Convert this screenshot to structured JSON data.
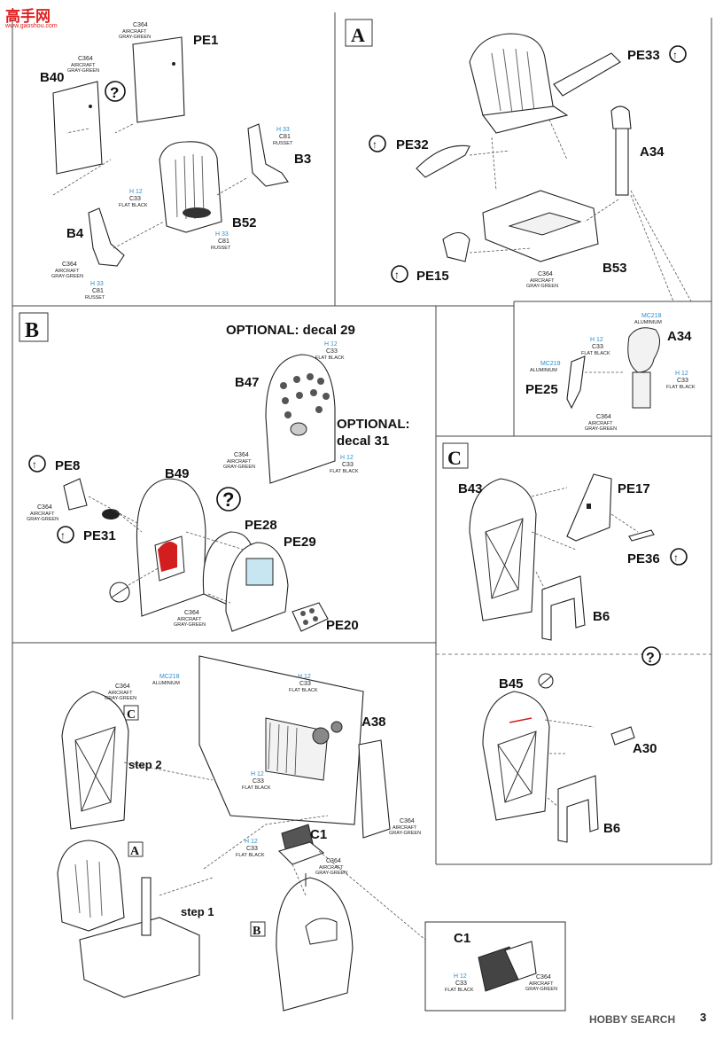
{
  "watermark_top": "高手网",
  "watermark_sub": "www.gaoshou.com",
  "watermark_bottom": "HOBBY SEARCH",
  "page_number": "3",
  "sections": {
    "A": "A",
    "B": "B",
    "C": "C"
  },
  "question_mark": "?",
  "step1": "step 1",
  "step2": "step 2",
  "optional_29": "OPTIONAL: decal 29",
  "optional_31_line1": "OPTIONAL:",
  "optional_31_line2": "decal 31",
  "parts": {
    "PE1": "PE1",
    "B40": "B40",
    "B3": "B3",
    "B52": "B52",
    "B4": "B4",
    "PE33": "PE33",
    "PE32": "PE32",
    "A34": "A34",
    "PE15": "PE15",
    "B53": "B53",
    "A34b": "A34",
    "PE25": "PE25",
    "B47": "B47",
    "PE8": "PE8",
    "B49": "B49",
    "PE31": "PE31",
    "PE28": "PE28",
    "PE29": "PE29",
    "PE20": "PE20",
    "B43": "B43",
    "PE17": "PE17",
    "PE36": "PE36",
    "B6": "B6",
    "B45": "B45",
    "A30": "A30",
    "B6b": "B6",
    "A38": "A38",
    "C1": "C1",
    "C1b": "C1"
  },
  "paints": {
    "c364": "C364",
    "aircraft": "AIRCRAFT",
    "gray_green": "GRAY-GREEN",
    "h33": "H 33",
    "c81": "C81",
    "russet": "RUSSET",
    "h12": "H 12",
    "c33": "C33",
    "flat_black": "FLAT BLACK",
    "mc218": "MC218",
    "mc219": "MC219",
    "aluminium": "ALUMINIUM"
  },
  "colors": {
    "paint_code_blue": "#2a8fd1",
    "highlight_red": "#d21e1e",
    "watermark_red": "#e02020"
  }
}
